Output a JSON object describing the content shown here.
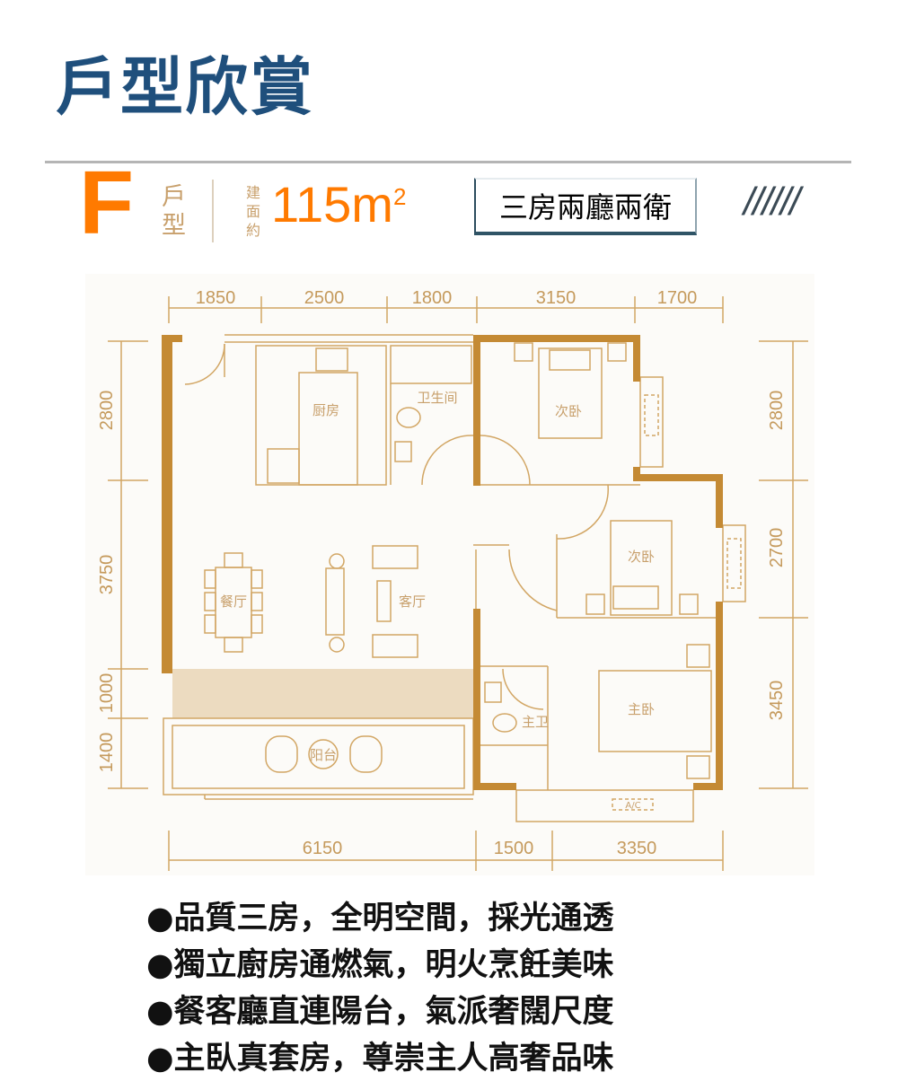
{
  "header": {
    "title": "戶型欣賞",
    "unit_letter": "F",
    "type_label": "戶型",
    "area_label": "建面約",
    "area_value": "115m",
    "area_unit_sup": "2",
    "layout": "三房兩廳兩衛",
    "decoration": "//////"
  },
  "plan": {
    "dims_top": [
      "1850",
      "2500",
      "1800",
      "3150",
      "1700"
    ],
    "dims_bottom": [
      "6150",
      "1500",
      "3350"
    ],
    "dims_left": [
      "2800",
      "3750",
      "1000",
      "1400"
    ],
    "dims_right": [
      "2800",
      "2700",
      "3450"
    ],
    "rooms": {
      "kitchen": "厨房",
      "bathroom": "卫生间",
      "bedroom2a": "次卧",
      "bedroom2b": "次卧",
      "dining": "餐厅",
      "living": "客厅",
      "master_bath": "主卫",
      "master_bedroom": "主卧",
      "balcony": "阳台",
      "ac": "A/C"
    },
    "colors": {
      "wall": "#c48a34",
      "line": "#d2a664",
      "balcony_fill": "#ecdbc0"
    }
  },
  "features": [
    "●品質三房，全明空間，採光通透",
    "●獨立廚房通燃氣，明火烹飪美味",
    "●餐客廳直連陽台，氣派奢闊尺度",
    "●主臥真套房，尊崇主人高奢品味"
  ]
}
